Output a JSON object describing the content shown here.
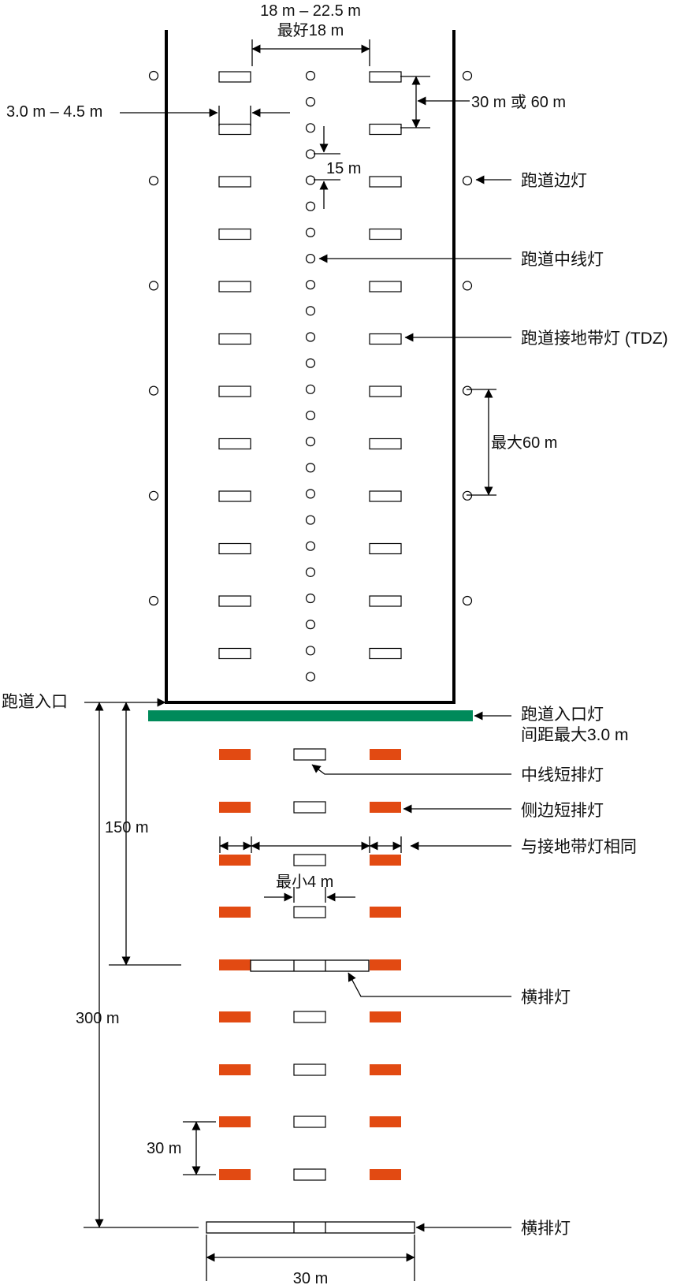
{
  "colors": {
    "threshold_bar": "#008a5a",
    "side_barrette": "#e24a12",
    "line": "#000000",
    "background": "#ffffff"
  },
  "labels": {
    "runway_edge_lights": "跑道边灯",
    "runway_centerline_lights": "跑道中线灯",
    "touchdown_zone_lights": "跑道接地带灯 (TDZ)",
    "threshold": "跑道入口",
    "threshold_lights_line1": "跑道入口灯",
    "threshold_lights_line2": "间距最大3.0 m",
    "centerline_barrette": "中线短排灯",
    "side_row_barrette": "侧边短排灯",
    "same_as_tdz": "与接地带灯相同",
    "crossbar_150": "横排灯",
    "crossbar_300": "横排灯"
  },
  "dimensions": {
    "tdz_spacing_line1": "18 m – 22.5 m",
    "tdz_spacing_line2": "最好18 m",
    "barrette_length": "3.0 m – 4.5 m",
    "tdz_longitudinal": "30 m 或 60 m",
    "centerline_spacing": "15 m",
    "edge_spacing": "最大60 m",
    "min_gap": "最小4 m",
    "dist_150": "150 m",
    "dist_300": "300 m",
    "approach_spacing": "30 m",
    "crossbar_width": "30 m"
  }
}
